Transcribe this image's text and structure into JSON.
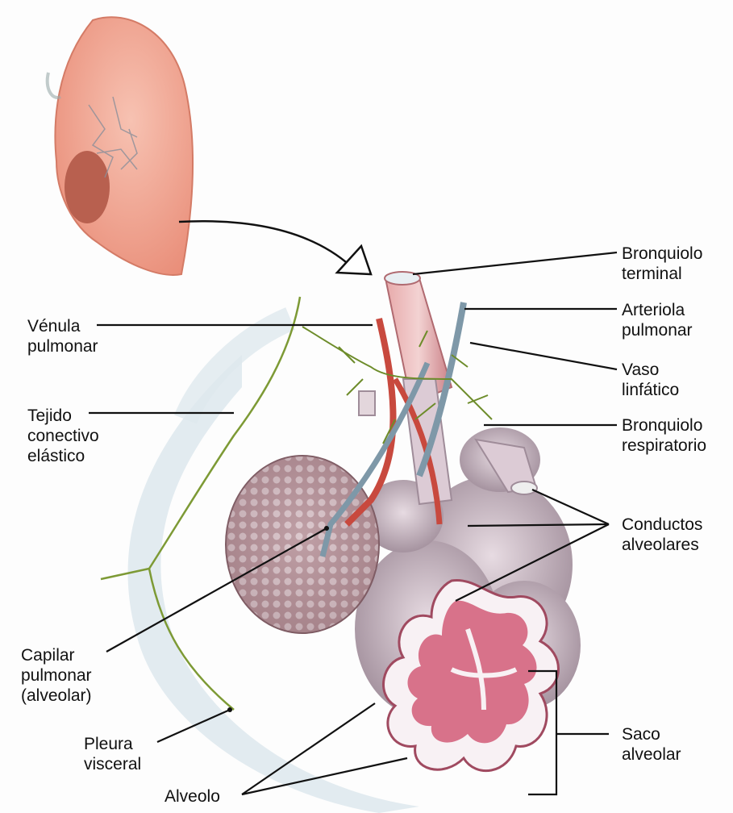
{
  "labels": {
    "bronquiolo_terminal": "Bronquiolo\nterminal",
    "arteriola_pulmonar": "Arteriola\npulmonar",
    "vaso_linfatico": "Vaso\nlinfático",
    "bronquiolo_respiratorio": "Bronquiolo\nrespiratorio",
    "conductos_alveolares": "Conductos\nalveolares",
    "saco_alveolar": "Saco\nalveolar",
    "venula_pulmonar": "Vénula\npulmonar",
    "tejido_conectivo": "Tejido\nconectivo\nelástico",
    "capilar_pulmonar": "Capilar\npulmonar\n(alveolar)",
    "pleura_visceral": "Pleura\nvisceral",
    "alveolo": "Alveolo"
  },
  "colors": {
    "lung": "#f2a896",
    "artery": "#c8493e",
    "vein": "#7e98a8",
    "lymph": "#6d8c2a",
    "alveoli": "#d9c9d2",
    "capillary_net": "#9b6a72",
    "sac_inner": "#d8728a",
    "pleura": "#cfdde4",
    "line": "#111111"
  }
}
